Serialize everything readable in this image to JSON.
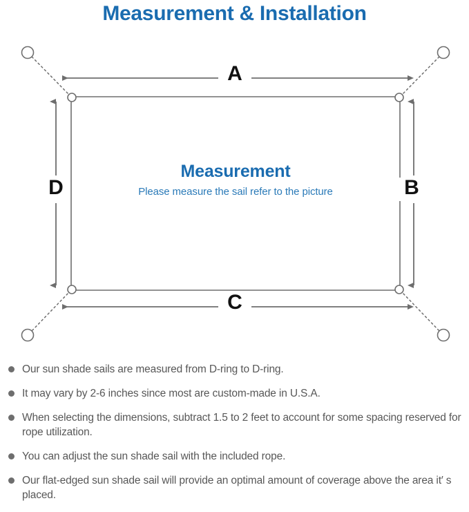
{
  "page": {
    "title": "Measurement & Installation",
    "title_color": "#1a6cb0",
    "background_color": "#ffffff"
  },
  "diagram": {
    "name": "sun-shade-sail-measurement-diagram",
    "line_color": "#6e6e6e",
    "dimension_labels": {
      "top": "A",
      "right": "B",
      "bottom": "C",
      "left": "D"
    },
    "center_text": {
      "heading": "Measurement",
      "heading_color": "#1a6cb0",
      "subheading": "Please measure the sail refer to the picture",
      "subheading_color": "#2a7ab8"
    },
    "anchor_rings_count": 4,
    "d_rings_count": 4
  },
  "notes": {
    "text_color": "#575757",
    "bullet_color": "#6e6e6e",
    "items": [
      "Our sun shade sails are measured from D-ring to D-ring.",
      "It may vary by 2-6 inches since most are custom-made in U.S.A.",
      "When selecting the dimensions, subtract 1.5 to 2 feet to account for some spacing reserved for rope utilization.",
      "You can adjust the sun shade sail with the included rope.",
      "Our flat-edged sun shade sail will provide an optimal amount of coverage above the area it′ s placed."
    ]
  }
}
